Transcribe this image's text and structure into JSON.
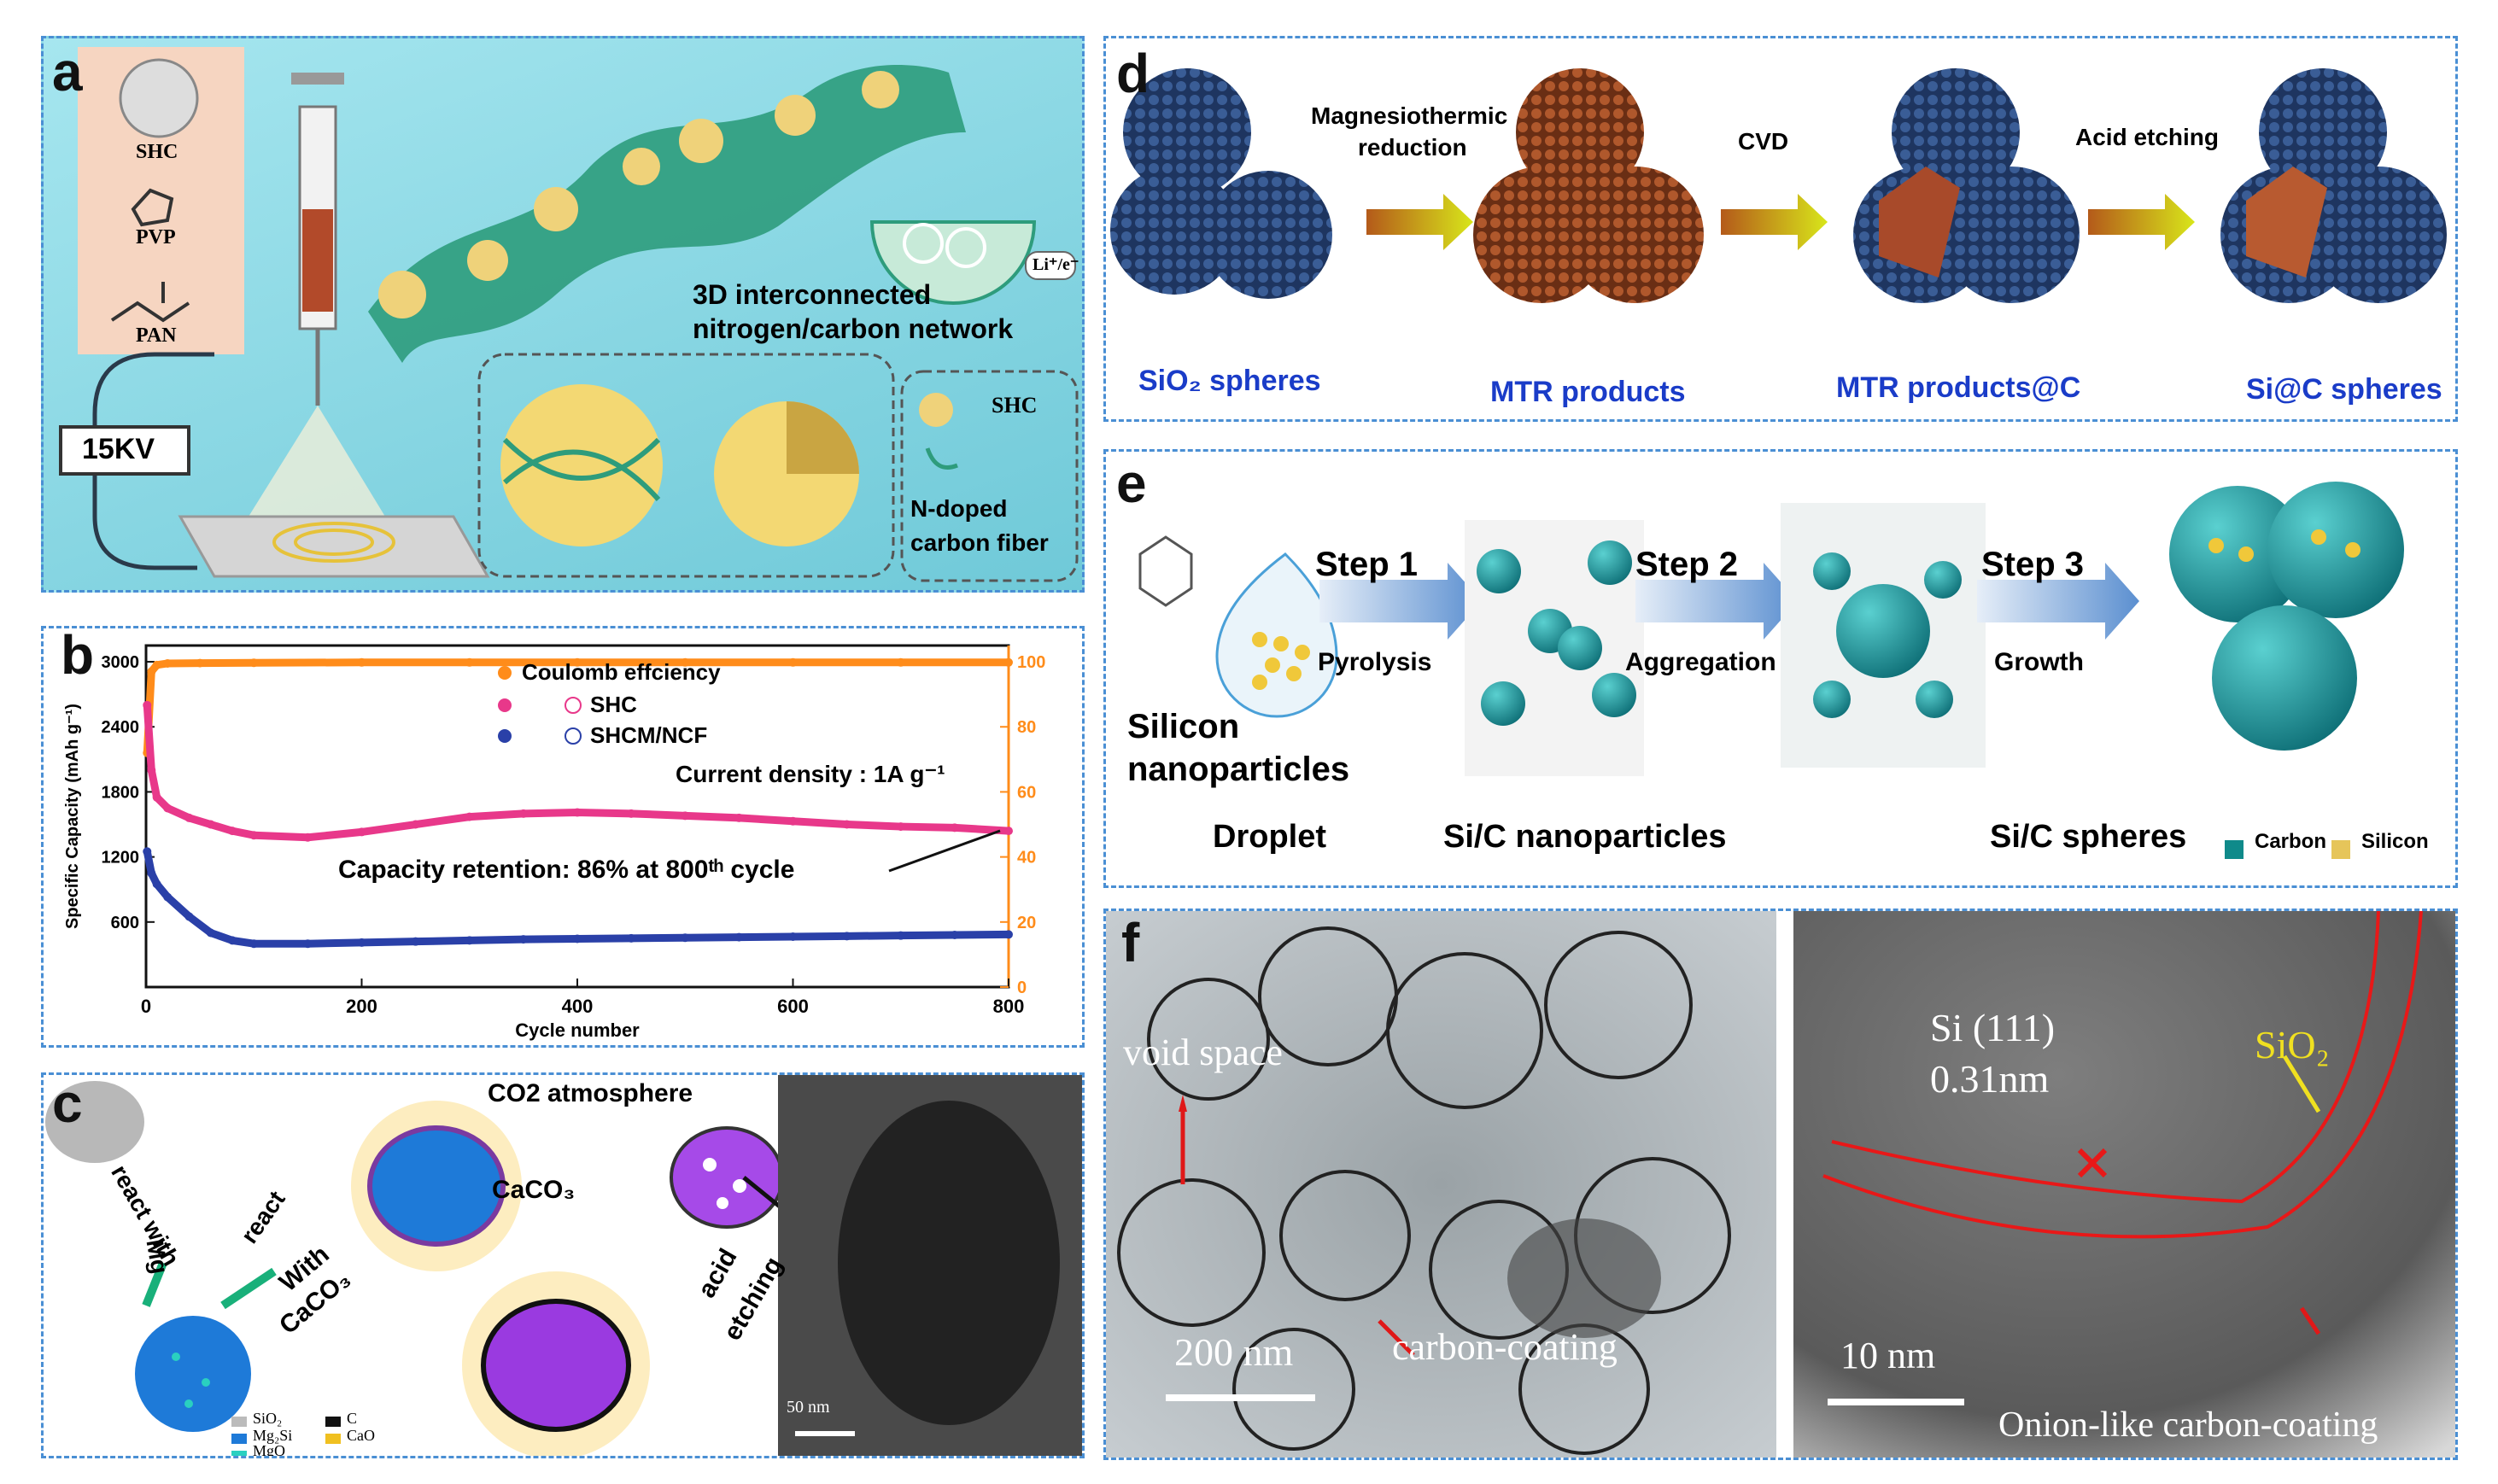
{
  "panels": {
    "a": {
      "letter": "a",
      "molecules": [
        "SHC",
        "PVP",
        "PAN"
      ],
      "voltage": "15KV",
      "network": [
        "3D interconnected",
        "nitrogen/carbon network"
      ],
      "legend_shc": "SHC",
      "legend_fiber": [
        "N-doped",
        "carbon fiber"
      ],
      "ion_label": "Li⁺/e⁻"
    },
    "b": {
      "letter": "b",
      "legend": [
        "Coulomb effciency",
        "SHC",
        "SHCM/NCF"
      ],
      "current_density": "Current density : 1A g⁻¹",
      "retention": "Capacity retention: 86% at 800ᵗʰ cycle"
    },
    "c": {
      "letter": "c",
      "co2": "CO2 atmosphere",
      "caco3": "CaCO₃",
      "react_with": "react with",
      "mg": "Mg",
      "react": "react",
      "with_caco3": [
        "With",
        "CaCO₃"
      ],
      "acid": "acid",
      "etching": "etching",
      "legend": [
        "SiO₂",
        "Mg₂Si",
        "MgO",
        "C",
        "CaO"
      ],
      "scale": "50 nm"
    },
    "d": {
      "letter": "d",
      "arrows": [
        "Magnesiothermic",
        "reduction",
        "CVD",
        "Acid etching"
      ],
      "captions": [
        "SiO₂ spheres",
        "MTR products",
        "MTR products@C",
        "Si@C spheres"
      ]
    },
    "e": {
      "letter": "e",
      "steps": [
        "Step 1",
        "Step 2",
        "Step 3"
      ],
      "step_sub": [
        "Pyrolysis",
        "Aggregation",
        "Growth"
      ],
      "silicon_np": [
        "Silicon",
        "nanoparticles"
      ],
      "captions": [
        "Droplet",
        "Si/C nanoparticles",
        "Si/C spheres"
      ],
      "legend": [
        "Carbon",
        "Silicon"
      ]
    },
    "f": {
      "letter": "f",
      "void_space": "void space",
      "carbon_coating": "carbon-coating",
      "scale_left": "200 nm",
      "si111": "Si (111)",
      "d_spacing": "0.31nm",
      "sio2": "SiO₂",
      "scale_right": "10 nm",
      "onion": "Onion-like carbon-coating"
    }
  },
  "colors": {
    "panel_a_bg": "#7dd3e0",
    "border": "#4a8fd4",
    "coulomb": "#ff8c1a",
    "shc": "#e8388a",
    "shcm": "#2a40a8",
    "si_blue": "#2b4a7a",
    "mtr_brown": "#9a4a26",
    "teal": "#0f8a8a",
    "gold": "#e6c55a"
  },
  "chart_data": {
    "type": "scatter",
    "title": "",
    "xlabel": "Cycle number",
    "ylabel": "Specific Capacity (mAh g⁻¹)",
    "y2label": "",
    "xlim": [
      0,
      800
    ],
    "ylim": [
      0,
      3150
    ],
    "y2lim": [
      0,
      105
    ],
    "xticks": [
      0,
      200,
      400,
      600,
      800
    ],
    "yticks": [
      600,
      1200,
      1800,
      2400,
      3000
    ],
    "y2ticks": [
      0,
      20,
      40,
      60,
      80,
      100
    ],
    "series": [
      {
        "name": "Coulomb effciency",
        "axis": "right",
        "color": "#ff8c1a",
        "x": [
          1,
          5,
          10,
          20,
          50,
          100,
          200,
          300,
          400,
          500,
          600,
          700,
          800
        ],
        "y": [
          72,
          97,
          99,
          99.5,
          99.6,
          99.7,
          99.8,
          99.8,
          99.8,
          99.8,
          99.8,
          99.8,
          99.8
        ]
      },
      {
        "name": "SHC",
        "axis": "left",
        "color": "#e8388a",
        "x": [
          1,
          5,
          10,
          20,
          40,
          60,
          80,
          100,
          150,
          200,
          250,
          300,
          350,
          400,
          450,
          500,
          550,
          600,
          650,
          700,
          750,
          800
        ],
        "y": [
          2600,
          2000,
          1750,
          1650,
          1560,
          1500,
          1440,
          1400,
          1380,
          1430,
          1500,
          1570,
          1600,
          1610,
          1600,
          1580,
          1560,
          1530,
          1500,
          1480,
          1470,
          1440
        ]
      },
      {
        "name": "SHCM/NCF",
        "axis": "left",
        "color": "#2a40a8",
        "x": [
          1,
          5,
          10,
          20,
          40,
          60,
          80,
          100,
          150,
          200,
          250,
          300,
          350,
          400,
          450,
          500,
          550,
          600,
          650,
          700,
          750,
          800
        ],
        "y": [
          1250,
          1050,
          950,
          830,
          650,
          500,
          430,
          400,
          400,
          410,
          420,
          430,
          440,
          445,
          450,
          455,
          460,
          465,
          470,
          475,
          480,
          485
        ]
      }
    ]
  }
}
